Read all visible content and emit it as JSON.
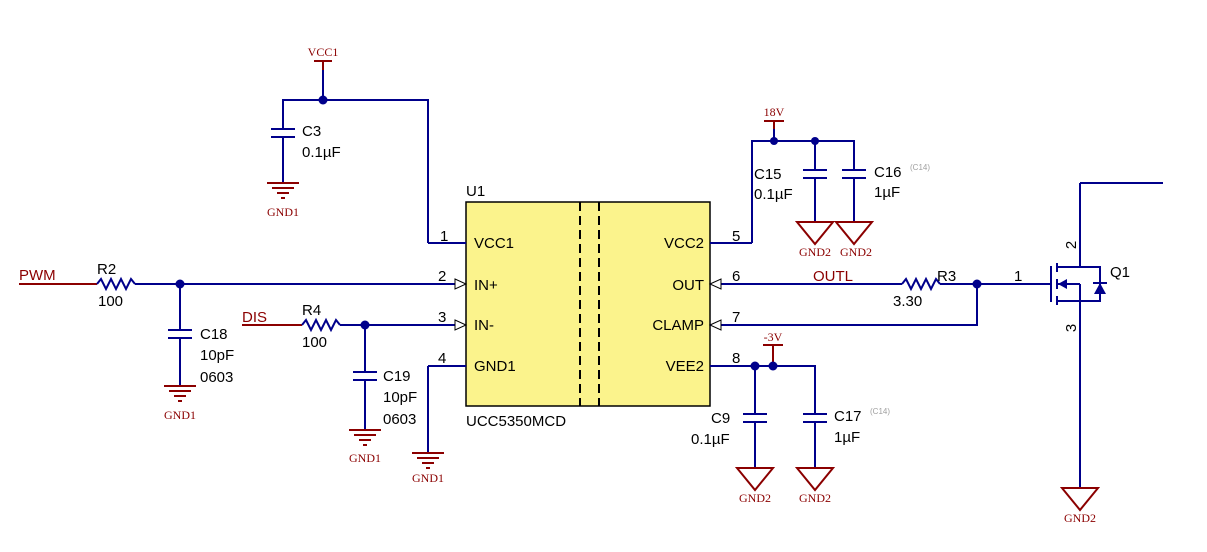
{
  "ic": {
    "designator": "U1",
    "part": "UCC5350MCD",
    "fill": "#fbf38c",
    "left_pins": [
      {
        "num": "1",
        "name": "VCC1"
      },
      {
        "num": "2",
        "name": "IN+"
      },
      {
        "num": "3",
        "name": "IN-"
      },
      {
        "num": "4",
        "name": "GND1"
      }
    ],
    "right_pins": [
      {
        "num": "5",
        "name": "VCC2"
      },
      {
        "num": "6",
        "name": "OUT"
      },
      {
        "num": "7",
        "name": "CLAMP"
      },
      {
        "num": "8",
        "name": "VEE2"
      }
    ]
  },
  "power": {
    "vcc1": "VCC1",
    "v18": "18V",
    "vneg3": "-3V",
    "gnd1": "GND1",
    "gnd2": "GND2"
  },
  "nets": {
    "pwm": "PWM",
    "dis": "DIS",
    "outl": "OUTL"
  },
  "components": {
    "c3": {
      "ref": "C3",
      "value": "0.1µF"
    },
    "c15": {
      "ref": "C15",
      "value": "0.1µF"
    },
    "c16": {
      "ref": "C16",
      "value": "1µF",
      "note": "(C14)"
    },
    "c18": {
      "ref": "C18",
      "value": "10pF",
      "package": "0603"
    },
    "c19": {
      "ref": "C19",
      "value": "10pF",
      "package": "0603"
    },
    "c9": {
      "ref": "C9",
      "value": "0.1µF"
    },
    "c17": {
      "ref": "C17",
      "value": "1µF",
      "note": "(C14)"
    },
    "r2": {
      "ref": "R2",
      "value": "100"
    },
    "r4": {
      "ref": "R4",
      "value": "100"
    },
    "r3": {
      "ref": "R3",
      "value": "3.30"
    },
    "q1": {
      "ref": "Q1",
      "pin_gate": "1",
      "pin_drain": "2",
      "pin_source": "3"
    }
  },
  "colors": {
    "wire": "#00008b",
    "power": "#8b0000",
    "net_label": "#8b0000",
    "ic_body": "#fbf38c"
  }
}
